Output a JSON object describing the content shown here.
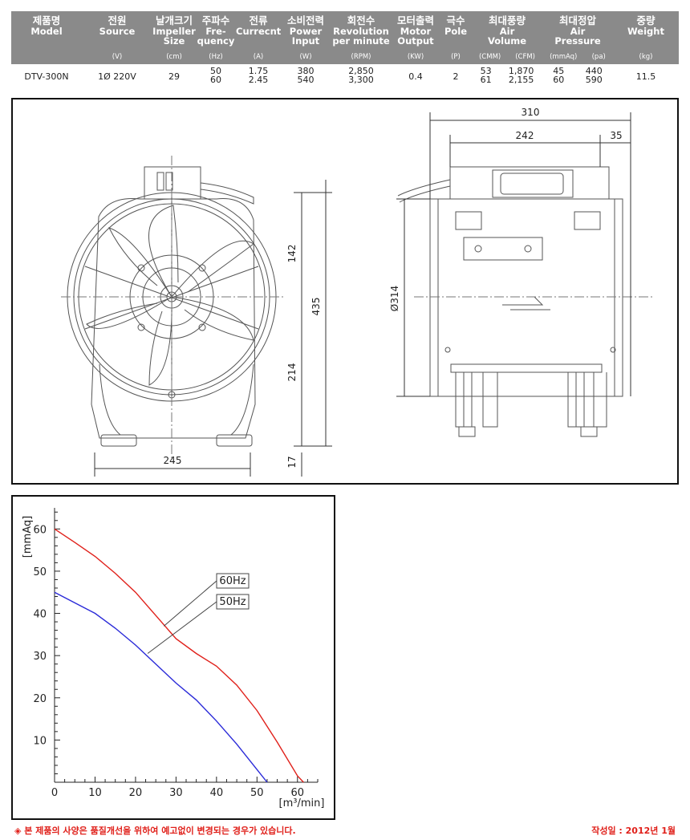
{
  "spec_table": {
    "columns": [
      {
        "key": "model",
        "lines": [
          "제품명",
          "Model"
        ],
        "unit": ""
      },
      {
        "key": "source",
        "lines": [
          "전원",
          "Source"
        ],
        "unit": "(V)"
      },
      {
        "key": "impeller",
        "lines": [
          "날개크기",
          "Impeller",
          "Size"
        ],
        "unit": "(cm)"
      },
      {
        "key": "frequency",
        "lines": [
          "주파수",
          "Fre-",
          "quency"
        ],
        "unit": "(Hz)"
      },
      {
        "key": "current",
        "lines": [
          "전류",
          "Currecnt"
        ],
        "unit": "(A)"
      },
      {
        "key": "power",
        "lines": [
          "소비전력",
          "Power",
          "Input"
        ],
        "unit": "(W)"
      },
      {
        "key": "revolution",
        "lines": [
          "회전수",
          "Revolution",
          "per minute"
        ],
        "unit": "(RPM)"
      },
      {
        "key": "motor",
        "lines": [
          "모터출력",
          "Motor",
          "Output"
        ],
        "unit": "(KW)"
      },
      {
        "key": "pole",
        "lines": [
          "극수",
          "Pole"
        ],
        "unit": "(P)"
      },
      {
        "key": "airvolume",
        "lines": [
          "최대풍량",
          "Air",
          "Volume"
        ],
        "unit": "",
        "units": [
          "(CMM)",
          "(CFM)"
        ]
      },
      {
        "key": "pressure",
        "lines": [
          "최대정압",
          "Air",
          "Pressure"
        ],
        "unit": "",
        "units": [
          "(mmAq)",
          "(pa)"
        ]
      },
      {
        "key": "weight",
        "lines": [
          "중량",
          "Weight"
        ],
        "unit": "(kg)"
      }
    ],
    "row": {
      "model": "DTV-300N",
      "source": "1Ø 220V",
      "impeller": "29",
      "frequency": [
        "50",
        "60"
      ],
      "current": [
        "1.75",
        "2.45"
      ],
      "power": [
        "380",
        "540"
      ],
      "revolution": [
        "2,850",
        "3,300"
      ],
      "motor": "0.4",
      "pole": "2",
      "airvolume": [
        [
          "53",
          "1,870"
        ],
        [
          "61",
          "2,155"
        ]
      ],
      "pressure": [
        [
          "45",
          "440"
        ],
        [
          "60",
          "590"
        ]
      ],
      "weight": "11.5"
    }
  },
  "drawing": {
    "front_dims": {
      "width": "245",
      "upper": "142",
      "lower": "214",
      "total": "435",
      "base": "17"
    },
    "side_dims": {
      "length": "310",
      "body": "242",
      "offset": "35",
      "diameter": "Ø314"
    }
  },
  "chart_data": {
    "type": "line",
    "xlabel": "[m³/min]",
    "ylabel": "[mmAq]",
    "xlim": [
      0,
      65
    ],
    "ylim": [
      0,
      65
    ],
    "xticks": [
      0,
      10,
      20,
      30,
      40,
      50,
      60
    ],
    "yticks": [
      10,
      20,
      30,
      40,
      50,
      60
    ],
    "series": [
      {
        "name": "60Hz",
        "color": "#e0201a",
        "x": [
          0,
          5,
          10,
          15,
          20,
          25,
          30,
          35,
          40,
          45,
          50,
          55,
          60,
          61.5
        ],
        "y": [
          60,
          56.8,
          53.5,
          49.5,
          45,
          39.5,
          34,
          30.5,
          27.5,
          23,
          17,
          9.5,
          1.5,
          0
        ]
      },
      {
        "name": "50Hz",
        "color": "#2a2ad8",
        "x": [
          0,
          5,
          10,
          15,
          20,
          25,
          30,
          35,
          40,
          45,
          50,
          52.5
        ],
        "y": [
          45,
          42.5,
          40,
          36.5,
          32.5,
          28,
          23.5,
          19.5,
          14.5,
          9,
          3,
          0
        ]
      }
    ]
  },
  "footer": {
    "notice": "◈ 본 제품의 사양은 품질개선을 위하여 예고없이 변경되는 경우가 있습니다.",
    "date": "작성일 : 2012년 1월"
  }
}
